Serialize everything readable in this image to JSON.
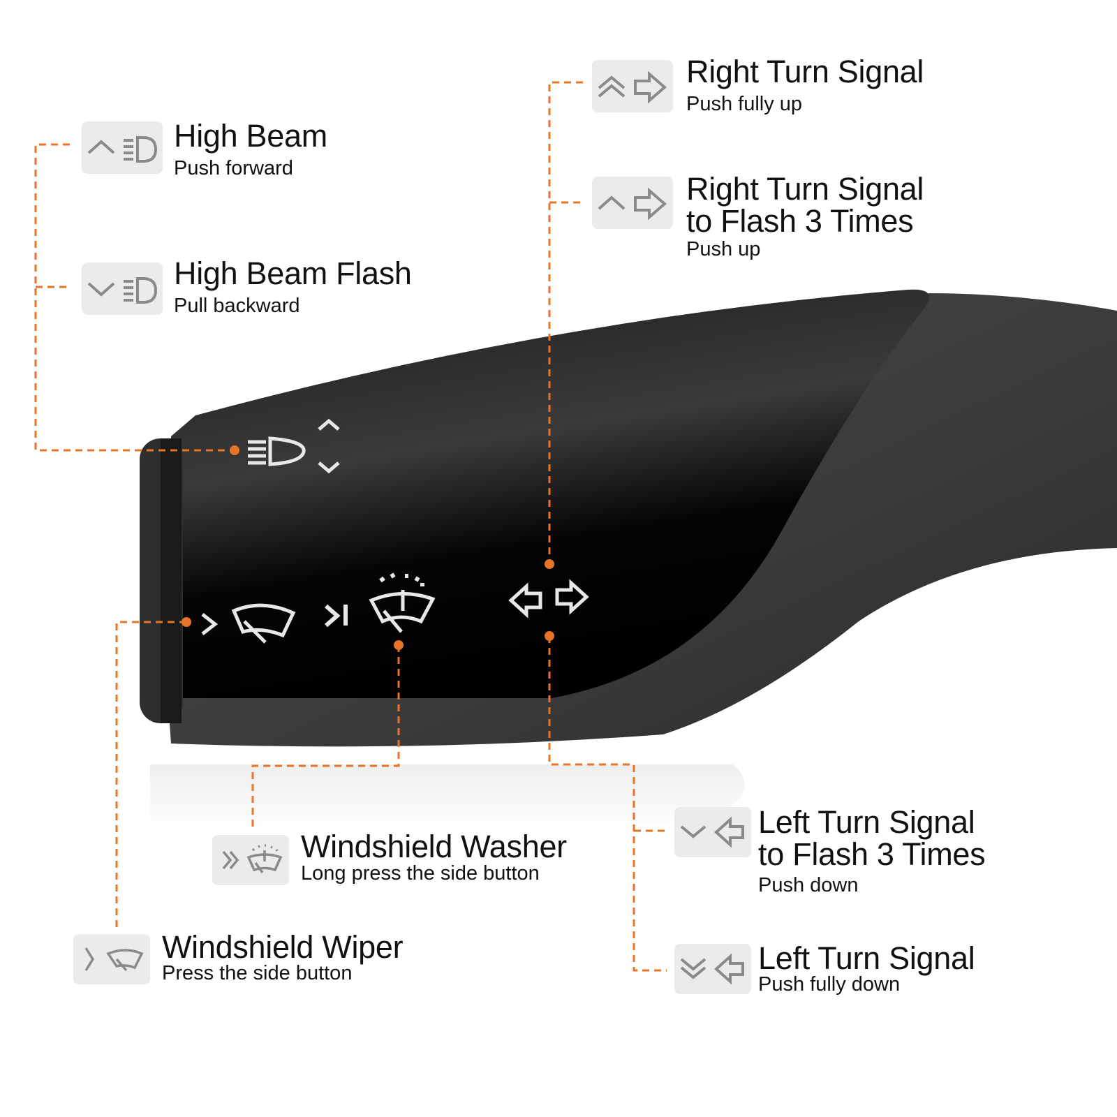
{
  "accent_color": "#e8742a",
  "controls": {
    "high_beam": {
      "title": "High Beam",
      "subtitle": "Push forward",
      "icon": "chevron-up-headlight-icon"
    },
    "high_beam_flash": {
      "title": "High Beam Flash",
      "subtitle": "Pull backward",
      "icon": "chevron-down-headlight-icon"
    },
    "right_turn": {
      "title": "Right Turn Signal",
      "subtitle": "Push fully up",
      "icon": "double-chevron-up-right-arrow-icon"
    },
    "right_turn_flash": {
      "title_line1": "Right Turn Signal",
      "title_line2": "to Flash 3 Times",
      "subtitle": "Push up",
      "icon": "chevron-up-right-arrow-icon"
    },
    "washer": {
      "title": "Windshield Washer",
      "subtitle": "Long press the side button",
      "icon": "double-chevron-washer-icon"
    },
    "wiper": {
      "title": "Windshield Wiper",
      "subtitle": "Press the side button",
      "icon": "chevron-wiper-icon"
    },
    "left_turn_flash": {
      "title_line1": "Left Turn Signal",
      "title_line2": "to Flash 3 Times",
      "subtitle": "Push down",
      "icon": "chevron-down-left-arrow-icon"
    },
    "left_turn": {
      "title": "Left Turn Signal",
      "subtitle": "Push fully down",
      "icon": "double-chevron-down-left-arrow-icon"
    }
  }
}
